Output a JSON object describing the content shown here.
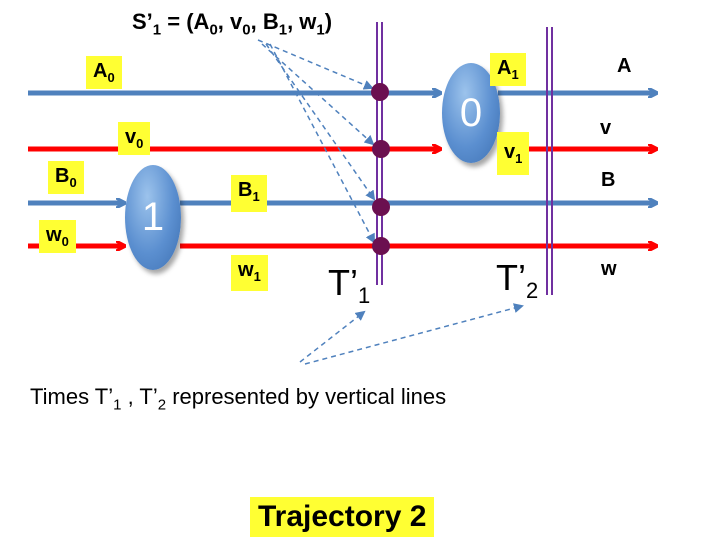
{
  "state_formula": {
    "prefix": "S’",
    "prefix_sub": "1",
    "eq": " = (A",
    "a_sub": "0",
    "v": ", v",
    "v_sub": "0",
    "b": ", B",
    "b_sub": "1",
    "w": ", w",
    "w_sub": "1",
    "close": ")"
  },
  "labels": {
    "A0": {
      "main": "A",
      "sub": "0"
    },
    "A1": {
      "main": "A",
      "sub": "1"
    },
    "v0": {
      "main": "v",
      "sub": "0"
    },
    "v1": {
      "main": "v",
      "sub": "1"
    },
    "B0": {
      "main": "B",
      "sub": "0"
    },
    "B1": {
      "main": "B",
      "sub": "1"
    },
    "w0": {
      "main": "w",
      "sub": "0"
    },
    "w1": {
      "main": "w",
      "sub": "1"
    }
  },
  "channel_names": {
    "A": "A",
    "v": "v",
    "B": "B",
    "w": "w"
  },
  "nodes": {
    "node0": "0",
    "node1": "1"
  },
  "times": {
    "t1": {
      "main": "T’",
      "sub": "1"
    },
    "t2": {
      "main": "T’",
      "sub": "2"
    }
  },
  "caption": {
    "part1": "Times T’",
    "sub1": "1",
    "part2": " , T’",
    "sub2": "2",
    "part3": " represented by vertical lines"
  },
  "title": "Trajectory 2",
  "colors": {
    "blue_line": "#4f81bd",
    "red_line": "#ff0000",
    "highlight": "#ffff33",
    "dot": "#6b1050",
    "time_line": "#7030a0",
    "dashed": "#4f81bd"
  }
}
